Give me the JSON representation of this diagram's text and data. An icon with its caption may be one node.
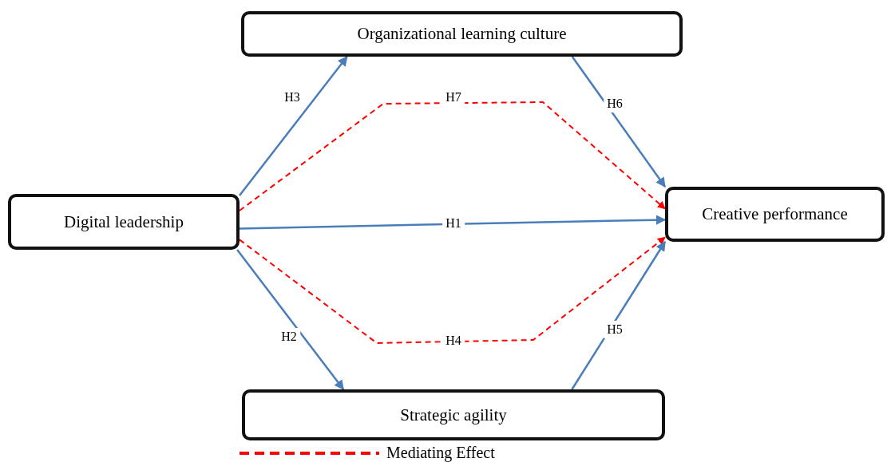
{
  "diagram": {
    "nodes": [
      {
        "text": [
          "Organizational learning culture"
        ]
      },
      {
        "text": [
          "Digital leadership"
        ]
      },
      {
        "text": [
          "Creative performance"
        ]
      },
      {
        "text": [
          "Strategic agility"
        ]
      }
    ],
    "edges": [
      {
        "from": 1,
        "to": 0,
        "arrow": "to",
        "label": "H3"
      },
      {
        "from": 1,
        "to": 2,
        "arrow": "to",
        "label": "H7",
        "style": "dashed",
        "color": "#ff0000"
      },
      {
        "from": 0,
        "to": 2,
        "arrow": "to",
        "label": "H6"
      },
      {
        "from": 1,
        "to": 2,
        "arrow": "to",
        "label": "H1"
      },
      {
        "from": 1,
        "to": 3,
        "arrow": "to",
        "label": "H2"
      },
      {
        "from": 1,
        "to": 2,
        "arrow": "to",
        "label": "H4",
        "style": "dashed",
        "color": "#ff0000"
      },
      {
        "from": 3,
        "to": 2,
        "arrow": "to",
        "label": "H5"
      }
    ],
    "legend": [
      {
        "text": "Mediating Effect"
      }
    ]
  }
}
